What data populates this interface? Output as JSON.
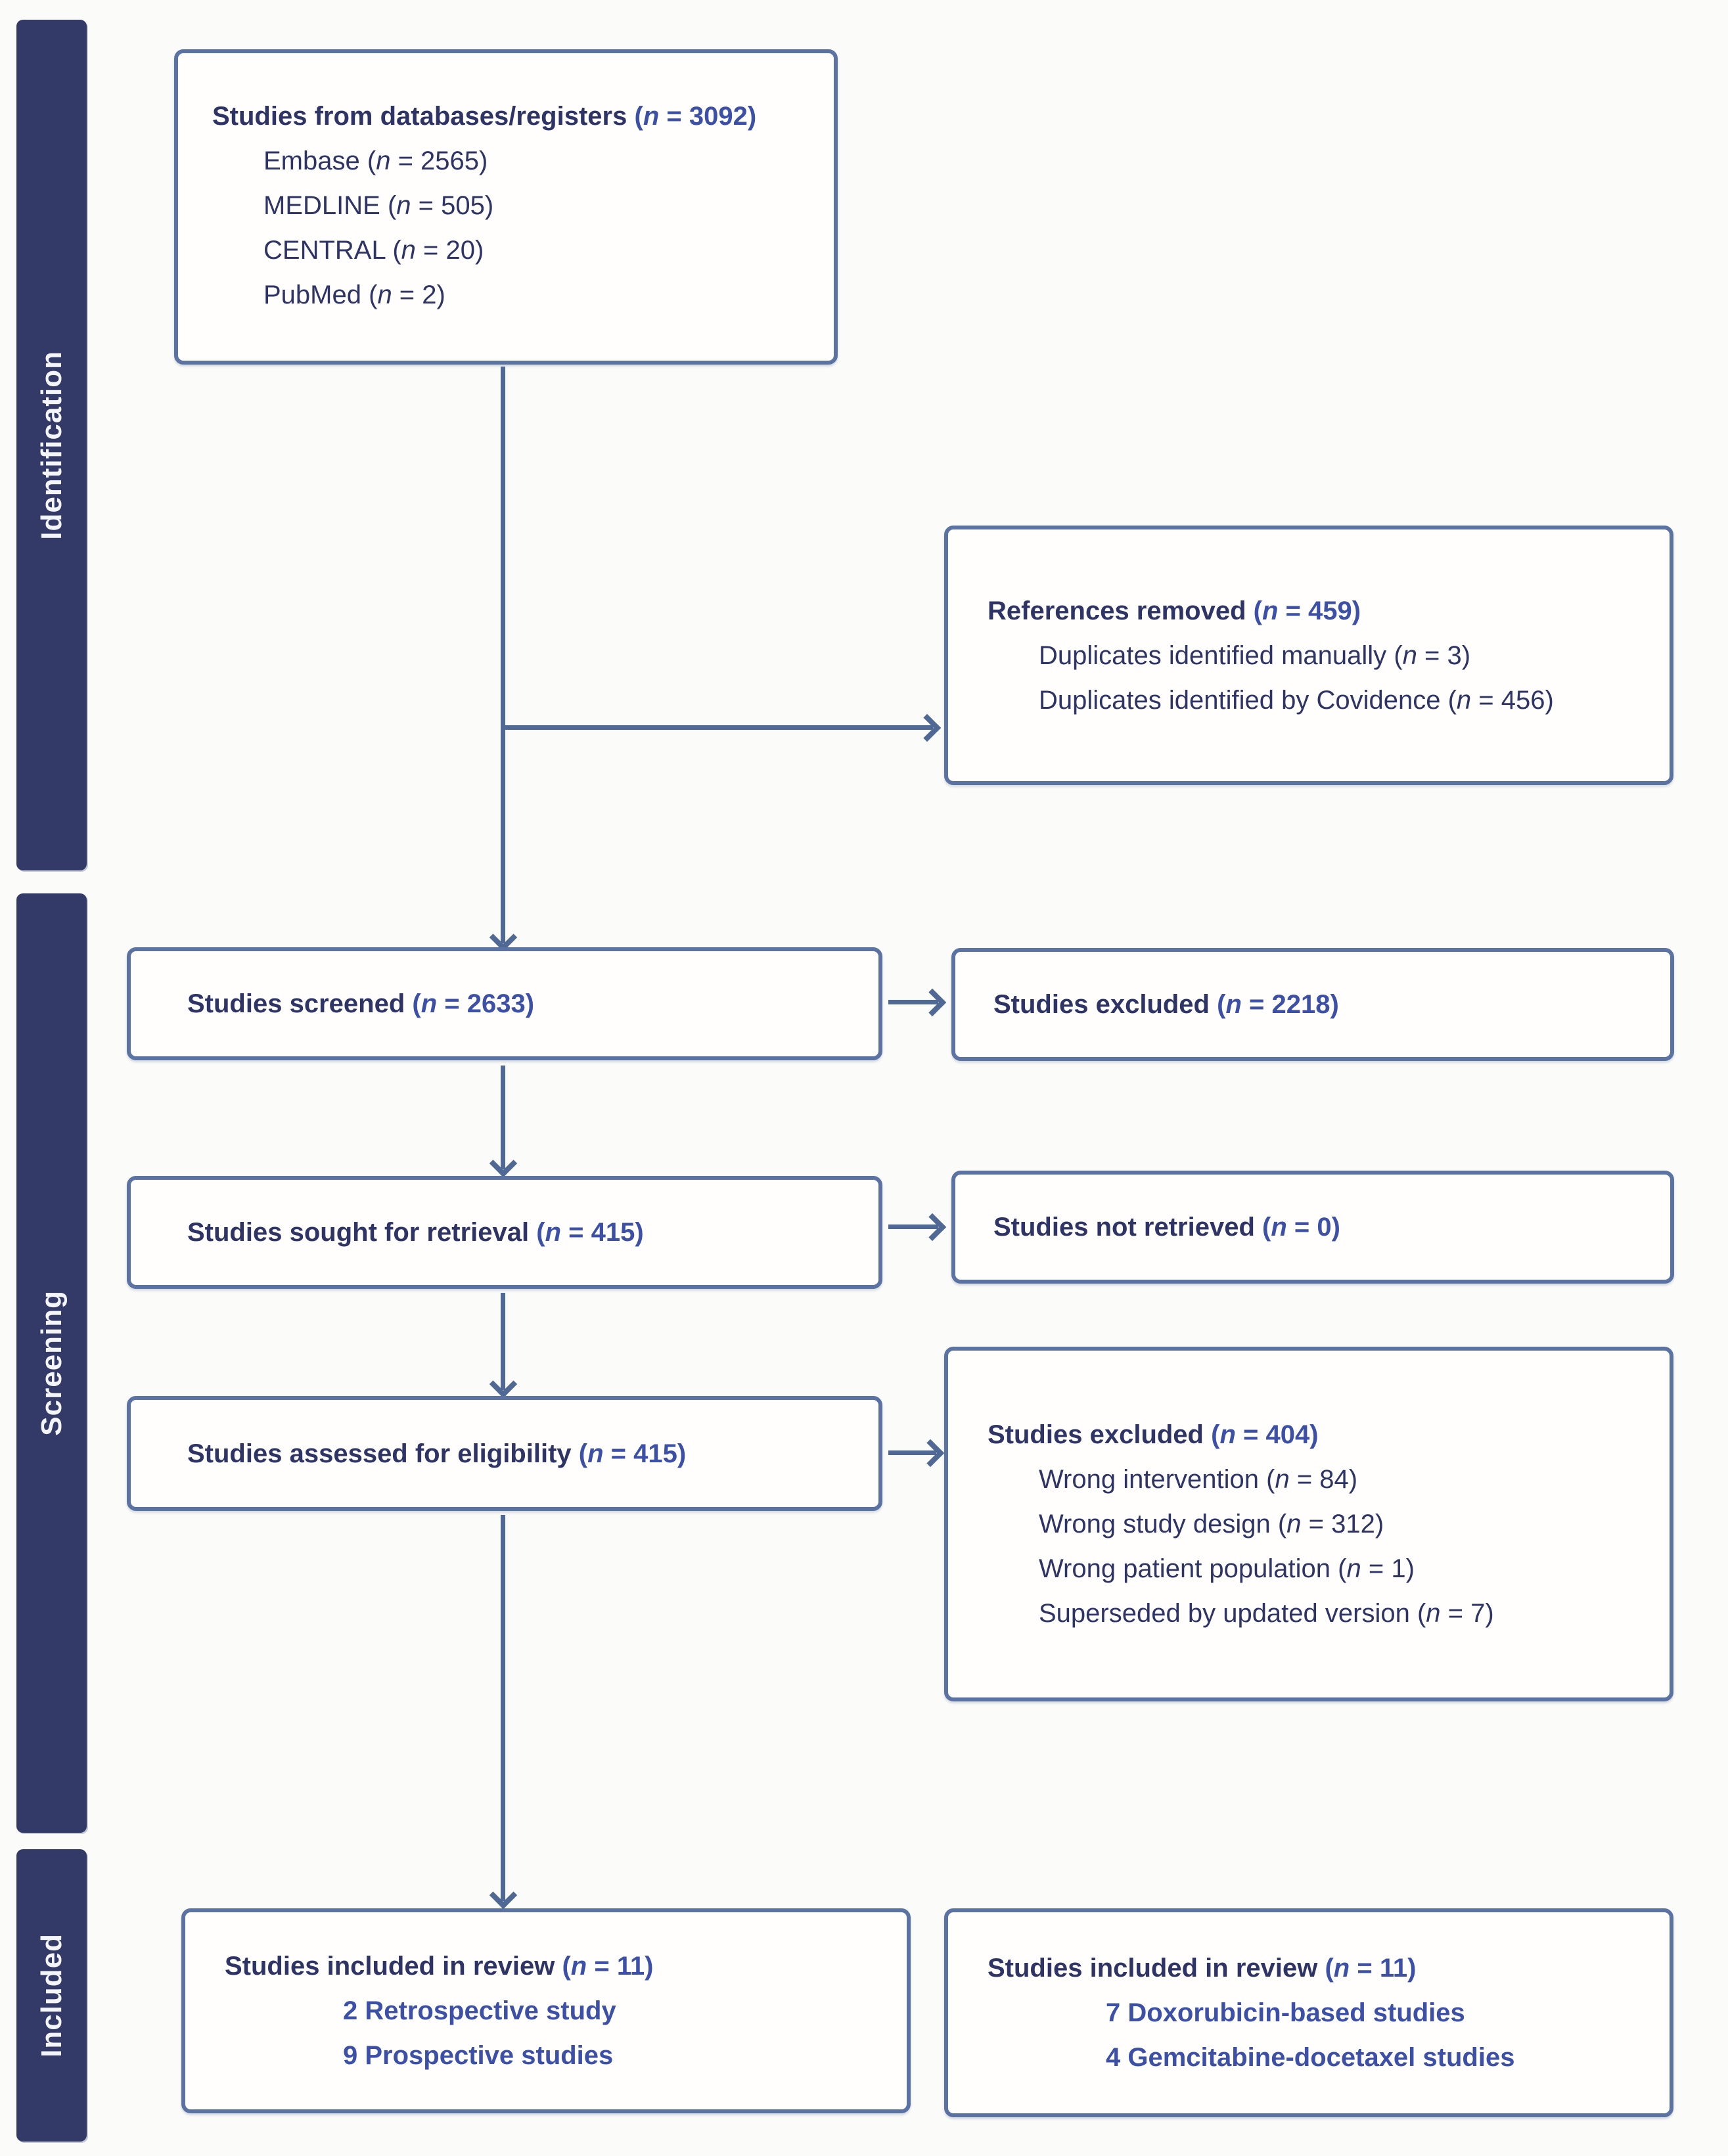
{
  "palette": {
    "page_bg": "#fbfbf9",
    "bar_bg": "#333a68",
    "bar_text": "#f4f5f8",
    "box_border": "#5b73a2",
    "box_bg": "#fffefc",
    "text_dark": "#2e3566",
    "text_blue": "#3b50a6",
    "arrow": "#4f6894"
  },
  "stages": [
    {
      "label": "Identification"
    },
    {
      "label": "Screening"
    },
    {
      "label": "Included"
    }
  ],
  "boxes": {
    "sources": {
      "label": "Studies from databases/registers",
      "count": "(n = 3092)",
      "items": [
        {
          "text": "Embase",
          "count": "(n = 2565)"
        },
        {
          "text": "MEDLINE",
          "count": "(n = 505)"
        },
        {
          "text": "CENTRAL",
          "count": "(n = 20)"
        },
        {
          "text": "PubMed",
          "count": "(n = 2)"
        }
      ]
    },
    "references_removed": {
      "label": "References removed",
      "count": "(n = 459)",
      "items": [
        {
          "text": "Duplicates identified manually",
          "count": "(n = 3)"
        },
        {
          "text": "Duplicates identified by Covidence",
          "count": "(n = 456)"
        }
      ]
    },
    "screened": {
      "label": "Studies screened",
      "count": "(n = 2633)"
    },
    "excluded_screening": {
      "label": "Studies excluded",
      "count": "(n = 2218)"
    },
    "sought": {
      "label": "Studies sought for retrieval",
      "count": "(n = 415)"
    },
    "not_retrieved": {
      "label": "Studies not retrieved",
      "count": "(n = 0)"
    },
    "assessed": {
      "label": "Studies assessed for eligibility",
      "count": "(n = 415)"
    },
    "excluded_eligibility": {
      "label": "Studies excluded",
      "count": "(n = 404)",
      "items": [
        {
          "text": "Wrong intervention",
          "count": "(n = 84)"
        },
        {
          "text": "Wrong study design",
          "count": "(n = 312)"
        },
        {
          "text": "Wrong patient population",
          "count": "(n = 1)"
        },
        {
          "text": "Superseded by updated version",
          "count": "(n = 7)"
        }
      ]
    },
    "included_by_design": {
      "label": "Studies included in review",
      "count": "(n = 11)",
      "items": [
        {
          "text": "2 Retrospective study"
        },
        {
          "text": "9 Prospective studies"
        }
      ]
    },
    "included_by_regimen": {
      "label": "Studies included in review",
      "count": "(n = 11)",
      "items": [
        {
          "text": "7 Doxorubicin-based studies"
        },
        {
          "text": "4 Gemcitabine-docetaxel studies"
        }
      ]
    }
  }
}
